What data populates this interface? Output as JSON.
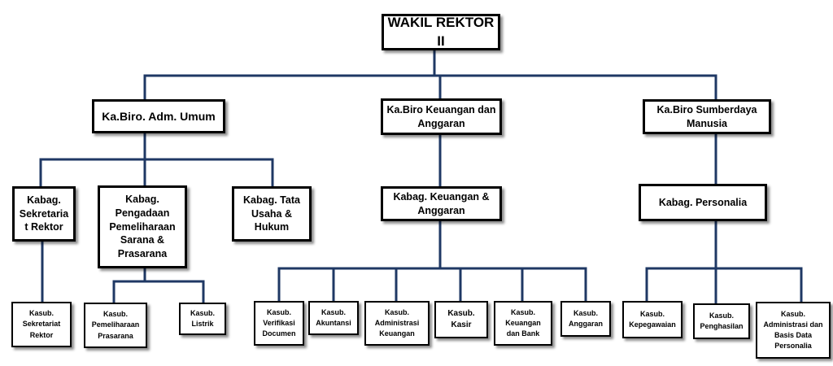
{
  "root": {
    "label": "WAKIL REKTOR II"
  },
  "birobox": {
    "umum": "Ka.Biro. Adm. Umum",
    "keuangan": "Ka.Biro Keuangan dan\nAnggaran",
    "sdm": "Ka.Biro Sumberdaya\nManusia"
  },
  "kabag": {
    "sekretariat": "Kabag.\nSekretaria\nt Rektor",
    "pengadaan": "Kabag.\nPengadaan\nPemeliharaan\nSarana &\nPrasarana",
    "tata_usaha": "Kabag. Tata\nUsaha &\nHukum",
    "keuangan": "Kabag. Keuangan &\nAnggaran",
    "personalia": "Kabag. Personalia"
  },
  "kasub": {
    "sekretariat": "Kasub.\nSekretariat\nRektor",
    "pemeliharaan": "Kasub.\nPemeliharaan\nPrasarana",
    "listrik": "Kasub.\nListrik",
    "verifikasi": "Kasub.\nVerifikasi\nDocumen",
    "akuntansi": "Kasub.\nAkuntansi",
    "administrasi_keuangan": "Kasub.\nAdministrasi\nKeuangan",
    "kasir": "Kasub.\nKasir",
    "keuangan_bank": "Kasub.\nKeuangan\ndan Bank",
    "anggaran": "Kasub.\nAnggaran",
    "kepegawaian": "Kasub.\nKepegawaian",
    "penghasilan": "Kasub.\nPenghasilan",
    "administrasi_basis_data": "Kasub.\nAdministrasi dan\nBasis Data\nPersonalia"
  }
}
